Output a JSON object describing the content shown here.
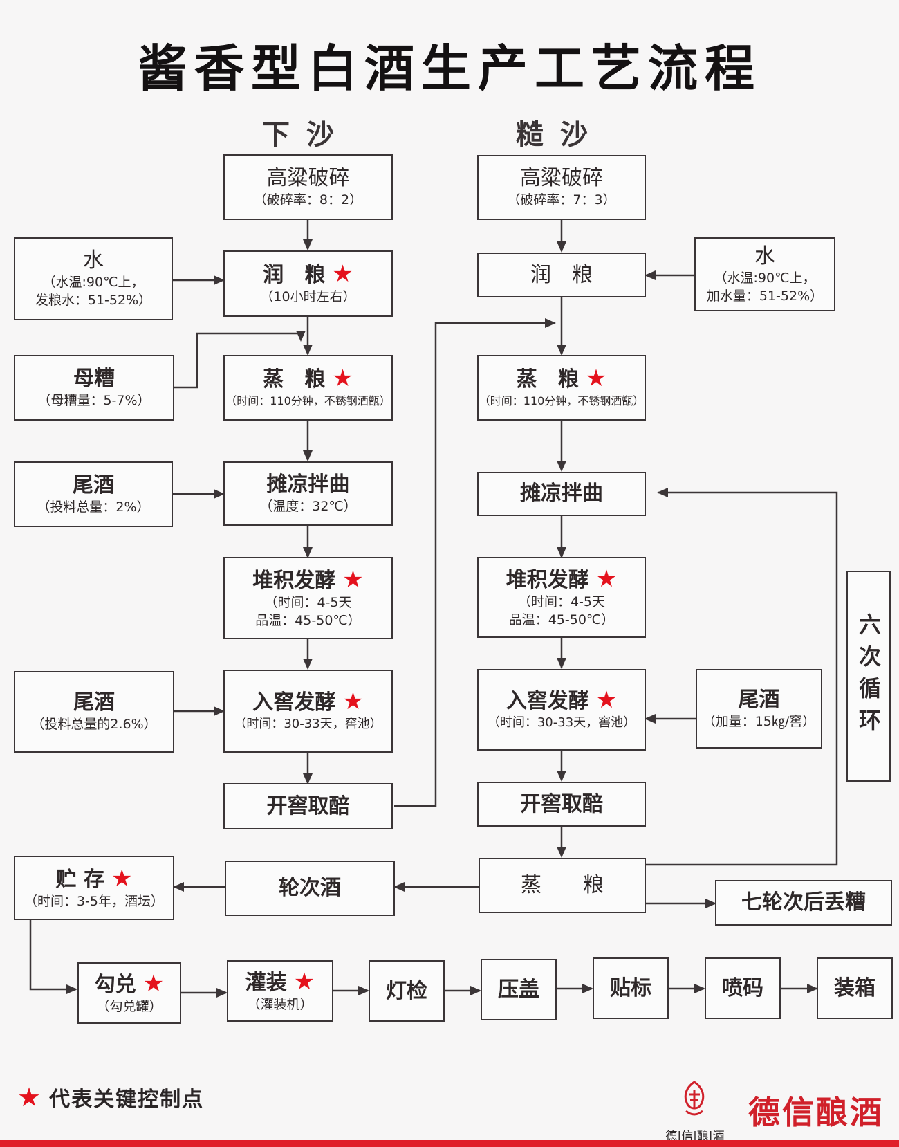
{
  "title": "酱香型白酒生产工艺流程",
  "columns": {
    "left": "下沙",
    "right": "糙沙"
  },
  "left": {
    "crush": {
      "title": "高粱破碎",
      "sub": "（破碎率：8：2）"
    },
    "water": {
      "title": "水",
      "sub1": "（水温:90℃上，",
      "sub2": "发粮水：51-52%）"
    },
    "moisten": {
      "title": "润　粮",
      "sub": "（10小时左右）"
    },
    "mother": {
      "title": "母糟",
      "sub": "（母糟量：5-7%）"
    },
    "steam": {
      "title": "蒸　粮",
      "sub": "（时间：110分钟，不锈钢酒甑）"
    },
    "tail1": {
      "title": "尾酒",
      "sub": "（投料总量：2%）"
    },
    "cool": {
      "title": "摊凉拌曲",
      "sub": "（温度：32℃）"
    },
    "pile": {
      "title": "堆积发酵",
      "sub1": "（时间：4-5天",
      "sub2": "品温：45-50℃）"
    },
    "tail2": {
      "title": "尾酒",
      "sub": "（投料总量的2.6%）"
    },
    "pit": {
      "title": "入窖发酵",
      "sub": "（时间：30-33天，窖池）"
    },
    "open": {
      "title": "开窖取醅"
    }
  },
  "right": {
    "crush": {
      "title": "高粱破碎",
      "sub": "（破碎率：7：3）"
    },
    "water": {
      "title": "水",
      "sub1": "（水温:90℃上，",
      "sub2": "加水量：51-52%）"
    },
    "moisten": {
      "title": "润　粮"
    },
    "steam": {
      "title": "蒸　粮",
      "sub": "（时间：110分钟，不锈钢酒甑）"
    },
    "cool": {
      "title": "摊凉拌曲"
    },
    "pile": {
      "title": "堆积发酵",
      "sub1": "（时间：4-5天",
      "sub2": "品温：45-50℃）"
    },
    "pit": {
      "title": "入窖发酵",
      "sub": "（时间：30-33天，窖池）"
    },
    "tail": {
      "title": "尾酒",
      "sub": "（加量：15㎏/窖）"
    },
    "open": {
      "title": "开窖取醅"
    },
    "steam2": {
      "title": "蒸　　粮"
    },
    "discard": {
      "title": "七轮次后丢糟"
    },
    "cycle": "六次循环"
  },
  "bottom": {
    "lunci": {
      "title": "轮次酒"
    },
    "store": {
      "title": "贮 存",
      "sub": "（时间：3-5年，酒坛）"
    },
    "blend": {
      "title": "勾兑",
      "sub": "（勾兑罐）"
    },
    "fill": {
      "title": "灌装",
      "sub": "（灌装机）"
    },
    "light": {
      "title": "灯检"
    },
    "cap": {
      "title": "压盖"
    },
    "label": {
      "title": "贴标"
    },
    "code": {
      "title": "喷码"
    },
    "pack": {
      "title": "装箱"
    }
  },
  "legend": {
    "star": "★",
    "text": "代表关键控制点"
  },
  "brand": {
    "small": "德|信|酿|酒",
    "big": "德信酿酒"
  },
  "colors": {
    "star": "#e4121d",
    "brand": "#d0202a",
    "line": "#3b3537"
  }
}
